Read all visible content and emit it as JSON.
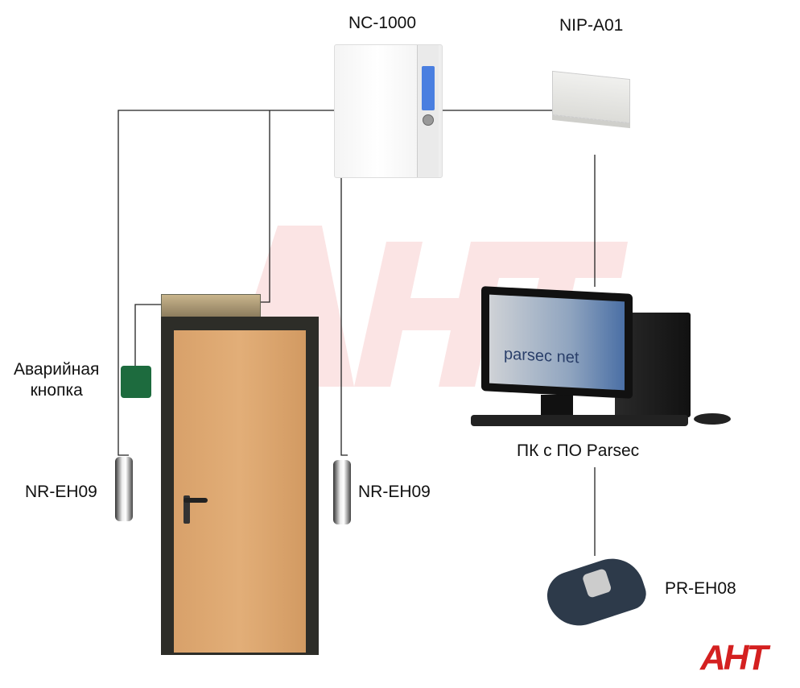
{
  "watermark": "АНТ",
  "devices": {
    "controller": "NC-1000",
    "interface": "NIP-A01",
    "emergency_button": "Аварийная кнопка",
    "emergency_button_line1": "Аварийная",
    "emergency_button_line2": "кнопка",
    "reader_left": "NR-EH09",
    "reader_right": "NR-EH09",
    "pc": "ПК с ПО Parsec",
    "desktop_reader": "PR-EH08"
  },
  "screen_logo": "parsec net",
  "logo": "АНТ",
  "colors": {
    "logo": "#d42020",
    "wire": "#222222",
    "watermark": "#fbe4e4"
  }
}
